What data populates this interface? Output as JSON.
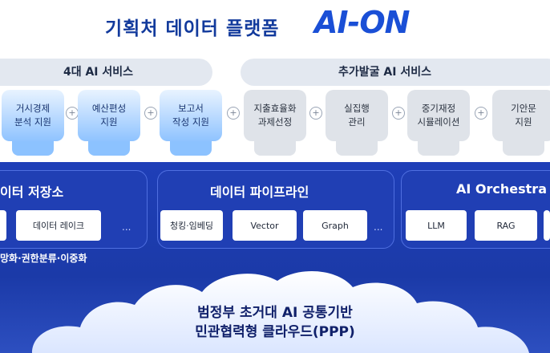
{
  "header": {
    "title_kr": "기획처 데이터 플랫폼",
    "logo_text": "AI-ON"
  },
  "services": {
    "left_label": "4대 AI 서비스",
    "right_label": "추가발굴 AI 서비스",
    "cards": [
      {
        "line1": "거시경제",
        "line2": "분석 지원",
        "style": "blue"
      },
      {
        "line1": "예산편성",
        "line2": "지원",
        "style": "blue"
      },
      {
        "line1": "보고서",
        "line2": "작성 지원",
        "style": "blue"
      },
      {
        "line1": "지출효율화",
        "line2": "과제선정",
        "style": "gray"
      },
      {
        "line1": "실집행",
        "line2": "관리",
        "style": "gray"
      },
      {
        "line1": "중기재정",
        "line2": "시뮬레이션",
        "style": "gray"
      },
      {
        "line1": "기안문",
        "line2": "지원",
        "style": "gray"
      }
    ]
  },
  "layers": {
    "storage": {
      "title": "이터 저장소",
      "chips": [
        "데이터 레이크"
      ],
      "dots": "...",
      "note": "망화·권한분류·이중화"
    },
    "pipeline": {
      "title": "데이터 파이프라인",
      "chips": [
        "청킹·임베딩",
        "Vector",
        "Graph"
      ],
      "dots": "..."
    },
    "orchestration": {
      "title": "AI Orchestra",
      "chips": [
        "LLM",
        "RAG"
      ]
    }
  },
  "cloud": {
    "line1": "범정부 초거대 AI 공통기반",
    "line2": "민관협력형 클라우드(PPP)"
  },
  "colors": {
    "navy": "#1b3aa8",
    "accent_blue": "#1a4fd6",
    "card_blue": "#8fc3ff",
    "card_gray": "#dfe3e9"
  }
}
